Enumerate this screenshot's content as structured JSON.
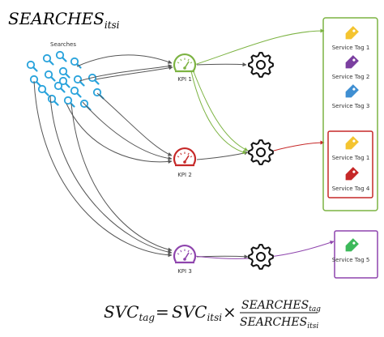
{
  "title": {
    "main": "SEARCHES",
    "sub": "itsi"
  },
  "searches_label": "Searches",
  "kpis": [
    {
      "label": "KPI 1",
      "color": "#7cb342"
    },
    {
      "label": "KPI 2",
      "color": "#c62828"
    },
    {
      "label": "KPI 3",
      "color": "#8e44ad"
    }
  ],
  "service_groups": [
    {
      "color": "#7cb342"
    },
    {
      "color": "#c62828"
    },
    {
      "color": "#8e44ad"
    }
  ],
  "service_tags": [
    {
      "label": "Service Tag 1",
      "color": "#f4c430",
      "icon": "tag-icon"
    },
    {
      "label": "Service Tag 2",
      "color": "#7b3fa0",
      "icon": "tag-icon"
    },
    {
      "label": "Service Tag 3",
      "color": "#3f8fd2",
      "icon": "tag-icon"
    },
    {
      "label": "Service Tag 1",
      "color": "#f4c430",
      "icon": "tag-icon"
    },
    {
      "label": "Service Tag 4",
      "color": "#c62828",
      "icon": "tag-icon"
    },
    {
      "label": "Service Tag 5",
      "color": "#3cb95a",
      "icon": "tag-icon"
    }
  ],
  "formula": {
    "lhs_main": "SVC",
    "lhs_sub": "tag",
    "equals": "=",
    "mid_main": "SVC",
    "mid_sub": "itsi",
    "times": "×",
    "num_main": "SEARCHES",
    "num_sub": "tag",
    "den_main": "SEARCHES",
    "den_sub": "itsi"
  },
  "colors": {
    "edge_gray": "#555555",
    "search_icon": "#29a3dc"
  }
}
